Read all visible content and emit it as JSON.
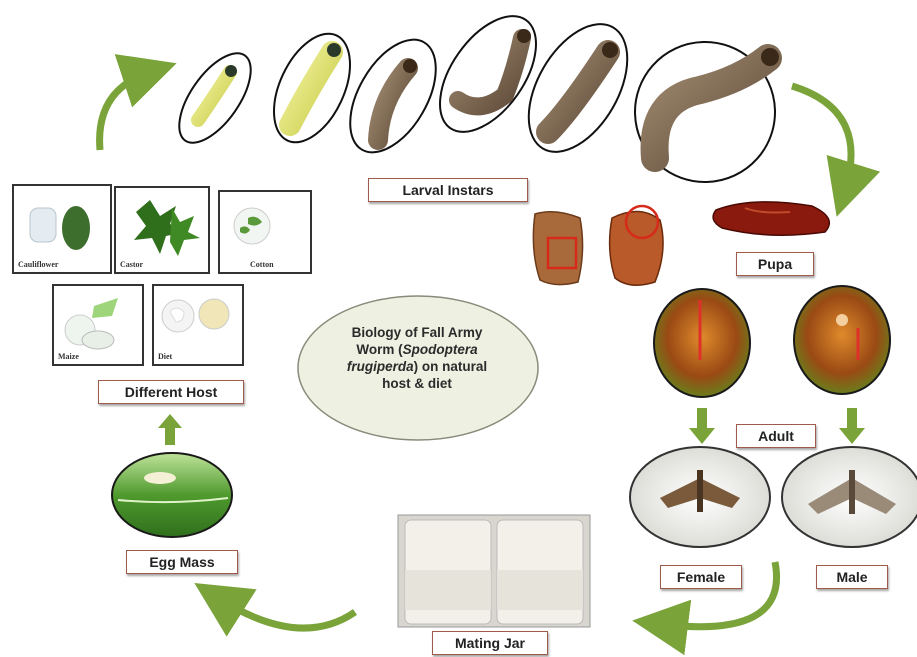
{
  "labels": {
    "larval_instars": "Larval Instars",
    "pupa": "Pupa",
    "adult": "Adult",
    "female": "Female",
    "male": "Male",
    "mating_jar": "Mating Jar",
    "egg_mass": "Egg Mass",
    "different_host": "Different Host"
  },
  "center": {
    "line1": "Biology of  Fall Army",
    "line2_pre": "Worm (",
    "line2_italic": "Spodoptera",
    "line3_italic": "frugiperda",
    "line3_post": ") on natural",
    "line4": "host & diet"
  },
  "hosts": {
    "cauliflower": "Cauliflower",
    "castor": "Castor",
    "cotton": "Cotton",
    "maize": "Maize",
    "diet": "Diet"
  },
  "colors": {
    "arrow_green": "#7aa33a",
    "arrow_dark": "#4f7a1e",
    "label_border": "#a05a4a",
    "ellipse_fill": "#eef0e2"
  },
  "icons": [
    "curved-arrow-icon",
    "down-arrow-icon",
    "up-arrow-icon",
    "larva-icon",
    "pupa-icon",
    "moth-icon",
    "jar-icon",
    "leaf-icon"
  ]
}
